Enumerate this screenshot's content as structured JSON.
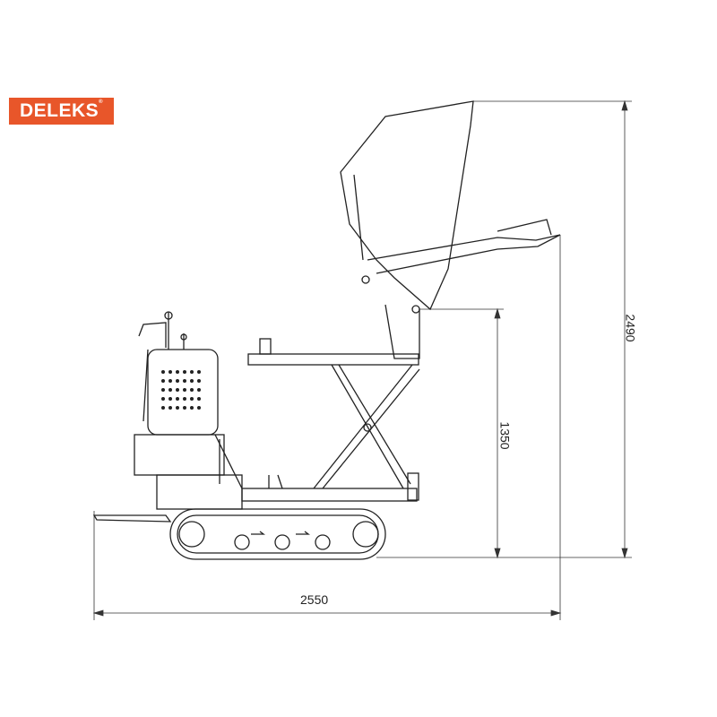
{
  "brand": {
    "name": "DELEKS",
    "mark": "®",
    "color": "#e8562a"
  },
  "dimensions": {
    "overall_length": "2550",
    "max_height": "2490",
    "dump_height": "1350"
  }
}
